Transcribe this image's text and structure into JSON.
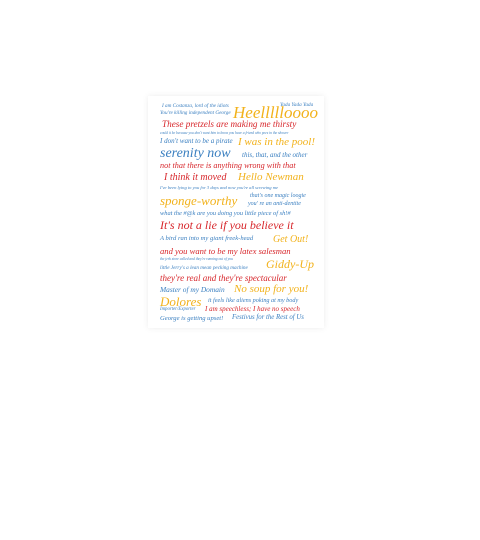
{
  "poster": {
    "colors": {
      "blue": "#3a7fc0",
      "orange": "#f2b21b",
      "red": "#d7262b"
    },
    "quotes": [
      {
        "id": "q1",
        "text": "I am Costanza, lord of the idiots",
        "color": "blue"
      },
      {
        "id": "q2",
        "text": "Yada Yada Yada",
        "color": "blue"
      },
      {
        "id": "q3",
        "text": "You're killing independent George",
        "color": "blue"
      },
      {
        "id": "q4",
        "text": "Heellllloooo",
        "color": "orange"
      },
      {
        "id": "q5",
        "text": "These pretzels are making me thirsty",
        "color": "red"
      },
      {
        "id": "q6",
        "text": "could it be because you don't want him to know you have a friend who pees in the shower",
        "color": "blue"
      },
      {
        "id": "q7",
        "text": "I don't want to be a pirate",
        "color": "blue"
      },
      {
        "id": "q8",
        "text": "I was in the pool!",
        "color": "orange"
      },
      {
        "id": "q9",
        "text": "serenity now",
        "color": "blue"
      },
      {
        "id": "q10",
        "text": "this, that, and the other",
        "color": "blue"
      },
      {
        "id": "q11",
        "text": "not that there is anything wrong with that",
        "color": "red"
      },
      {
        "id": "q12",
        "text": "I think it moved",
        "color": "red"
      },
      {
        "id": "q13",
        "text": "Hello Newman",
        "color": "orange"
      },
      {
        "id": "q14",
        "text": "I've been lying to you for 3 days and now you're all screwing me",
        "color": "blue"
      },
      {
        "id": "q15",
        "text": "sponge-worthy",
        "color": "orange"
      },
      {
        "id": "q16",
        "text": "that's one magic loogie",
        "color": "blue"
      },
      {
        "id": "q17",
        "text": "you' re an anti-dentite",
        "color": "blue"
      },
      {
        "id": "q18",
        "text": "what the #@k are you doing you little piece of sh!#",
        "color": "blue"
      },
      {
        "id": "q19",
        "text": "It's not a lie if you believe it",
        "color": "red"
      },
      {
        "id": "q20",
        "text": "A bird ran into my giant freek-head",
        "color": "blue"
      },
      {
        "id": "q21",
        "text": "Get Out!",
        "color": "orange"
      },
      {
        "id": "q22",
        "text": "and you want to be my latex salesman",
        "color": "red"
      },
      {
        "id": "q23",
        "text": "the jerk store called and they're running out of you",
        "color": "blue"
      },
      {
        "id": "q24",
        "text": "little Jerry's a lean mean pecking machine",
        "color": "blue"
      },
      {
        "id": "q25",
        "text": "Giddy-Up",
        "color": "orange"
      },
      {
        "id": "q26",
        "text": "they're real and they're spectacular",
        "color": "red"
      },
      {
        "id": "q27",
        "text": "Master of my Domain",
        "color": "blue"
      },
      {
        "id": "q28",
        "text": "No soup for you!",
        "color": "orange"
      },
      {
        "id": "q29",
        "text": "Dolores",
        "color": "orange"
      },
      {
        "id": "q30",
        "text": "it feels like aliens poking at my body",
        "color": "blue"
      },
      {
        "id": "q31",
        "text": "Importer/Exporter",
        "color": "blue"
      },
      {
        "id": "q32",
        "text": "I am speechless; I have no speech",
        "color": "red"
      },
      {
        "id": "q33",
        "text": "George is getting upset!",
        "color": "blue"
      },
      {
        "id": "q34",
        "text": "Festivus for the Rest of Us",
        "color": "blue"
      }
    ]
  }
}
